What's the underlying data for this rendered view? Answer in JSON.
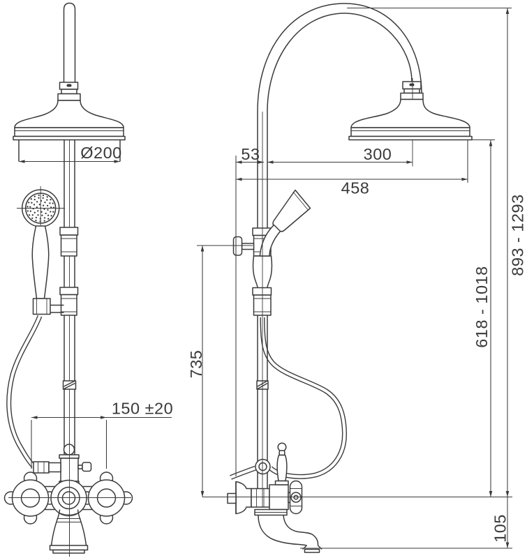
{
  "drawing": {
    "dimensions": {
      "head_diameter": "Ø200",
      "wall_offset": "53",
      "arm_reach": "300",
      "overall_reach": "458",
      "valve_centers": "150 ±20",
      "riser_height": "735",
      "head_clearance": "618 - 1018",
      "overall_height": "893 - 1293",
      "spout_drop": "105"
    }
  }
}
